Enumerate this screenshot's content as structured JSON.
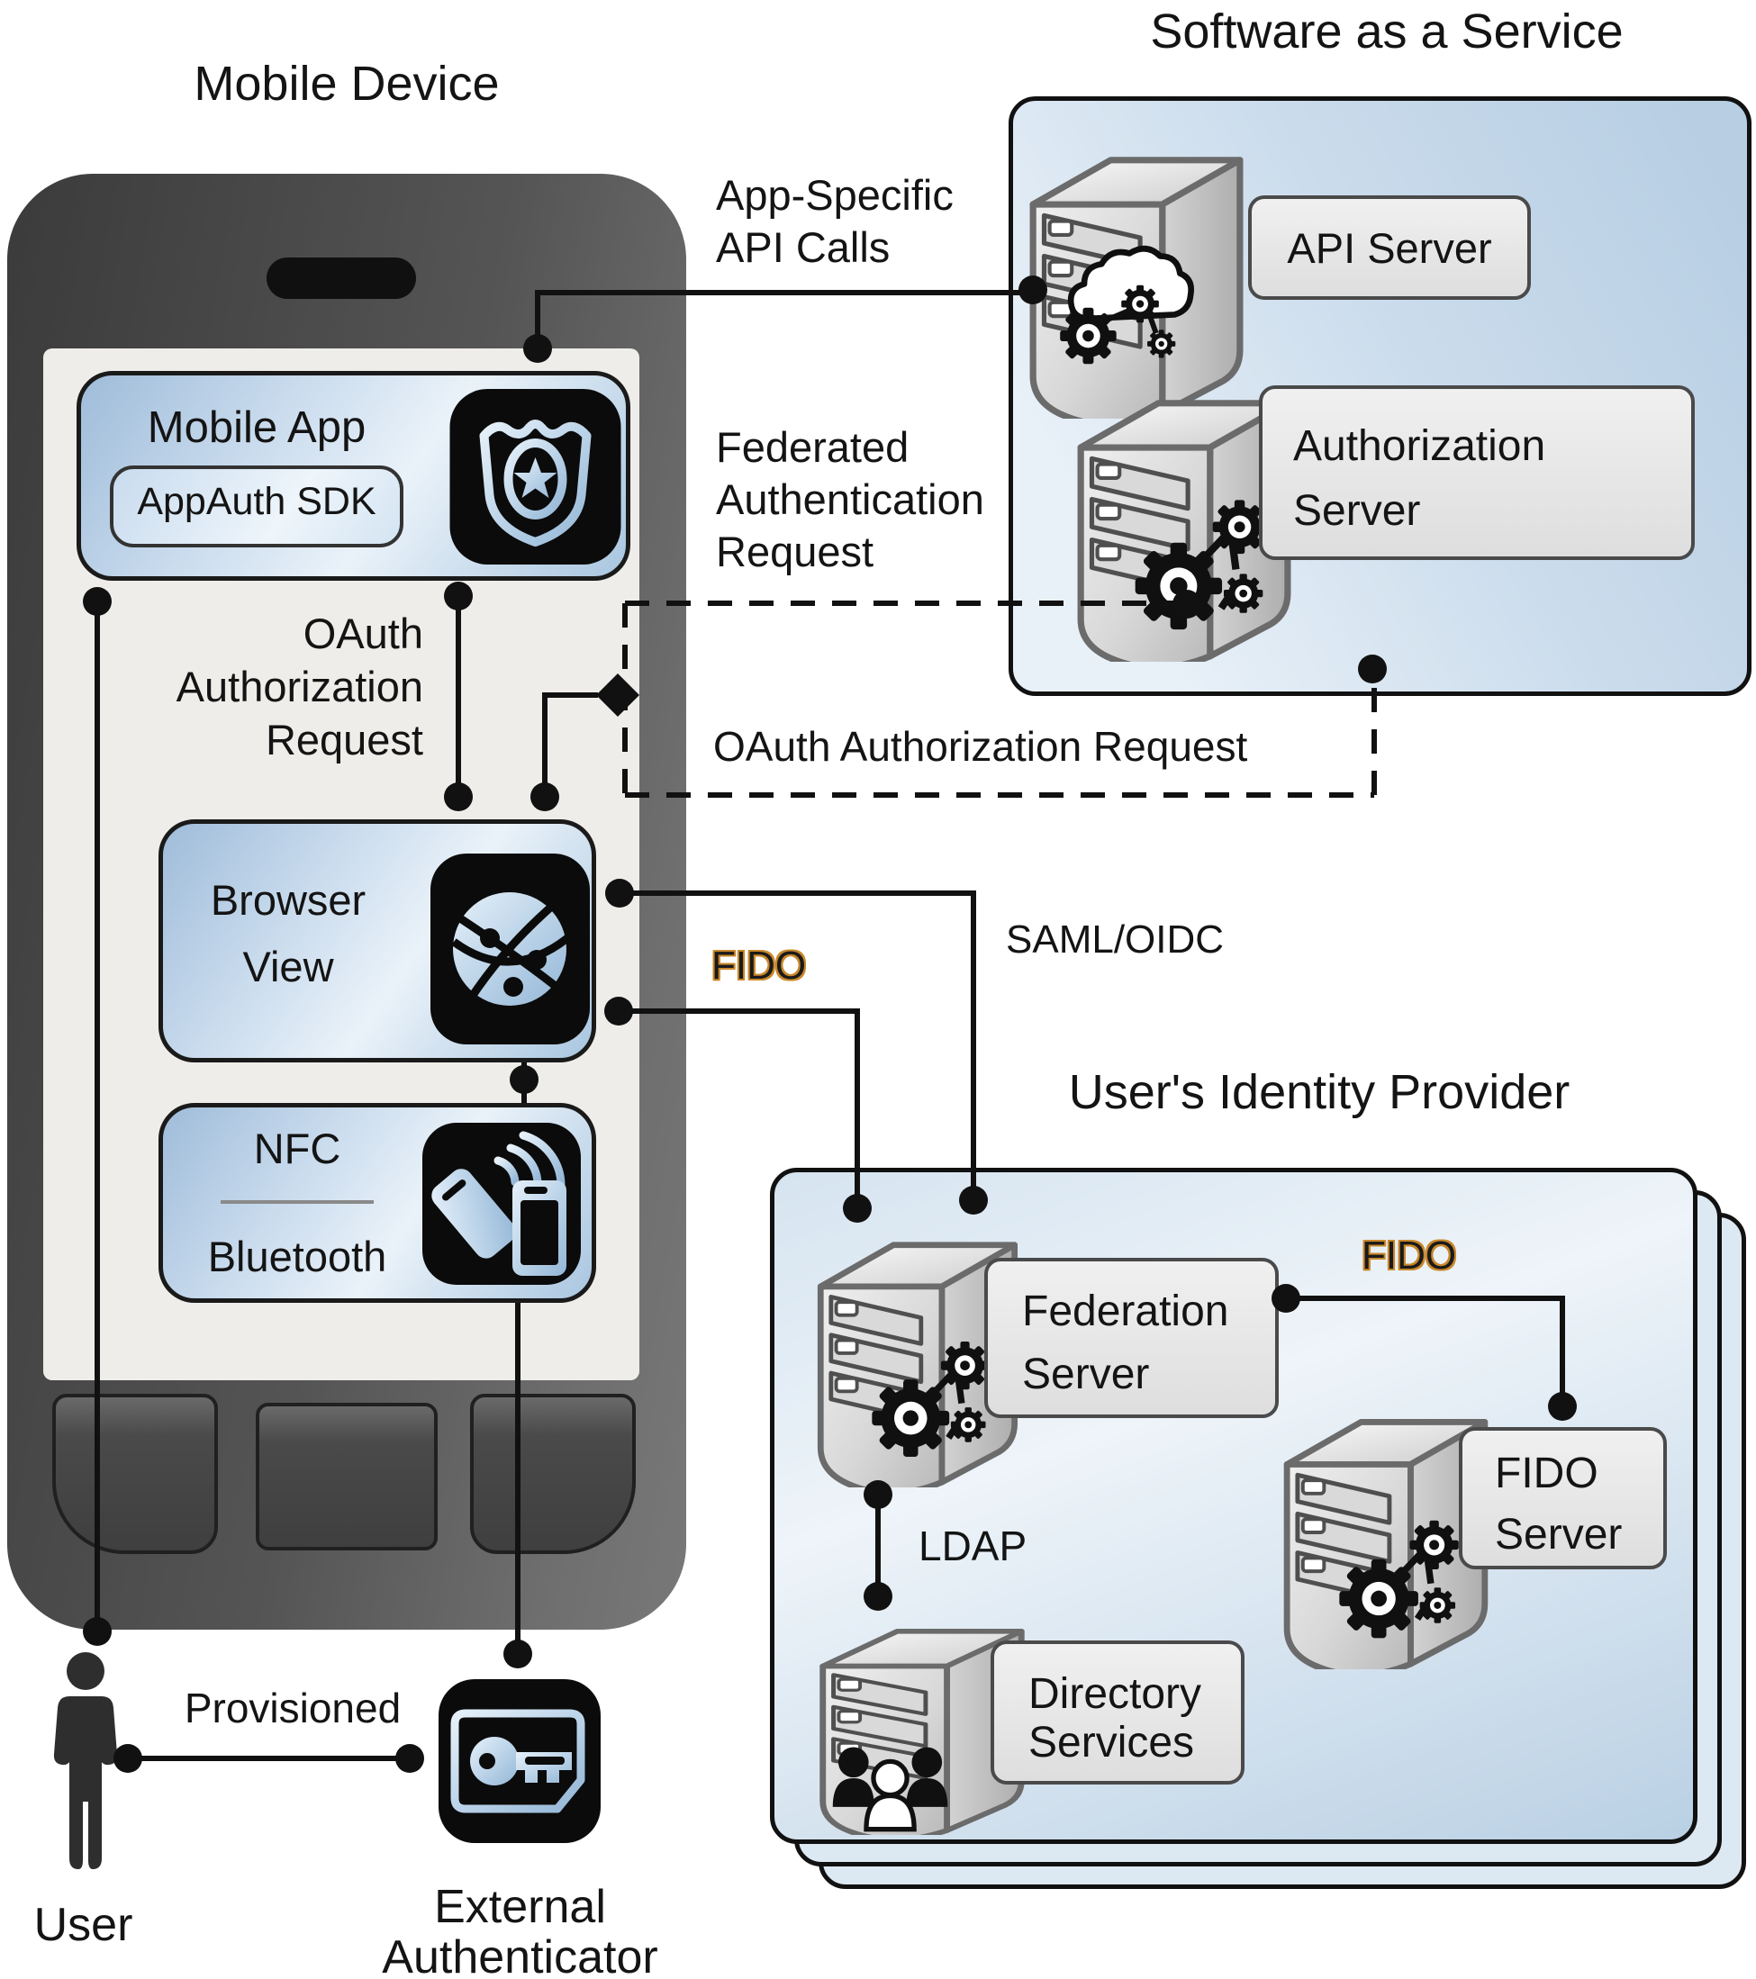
{
  "titles": {
    "mobile_device": "Mobile Device",
    "saas": "Software as a Service",
    "idp": "User's Identity Provider"
  },
  "mobile": {
    "app": "Mobile App",
    "appauth_sdk": "AppAuth SDK",
    "browser_1": "Browser",
    "browser_2": "View",
    "nfc": "NFC",
    "bluetooth": "Bluetooth"
  },
  "saas": {
    "api_server": "API Server",
    "auth_server_1": "Authorization",
    "auth_server_2": "Server"
  },
  "idp": {
    "federation_1": "Federation",
    "federation_2": "Server",
    "fido_1": "FIDO",
    "fido_2": "Server",
    "directory_1": "Directory",
    "directory_2": "Services"
  },
  "connections": {
    "api_calls_1": "App-Specific",
    "api_calls_2": "API Calls",
    "federated_1": "Federated",
    "federated_2": "Authentication",
    "federated_3": "Request",
    "oauth_v_1": "OAuth",
    "oauth_v_2": "Authorization",
    "oauth_v_3": "Request",
    "oauth_h": "OAuth Authorization Request",
    "saml": "SAML/OIDC",
    "fido_browser": "FIDO",
    "fido_federation": "FIDO",
    "ldap": "LDAP",
    "provisioned": "Provisioned"
  },
  "actors": {
    "user": "User",
    "external_auth_1": "External",
    "external_auth_2": "Authenticator"
  },
  "colors": {
    "line": "#111111",
    "panel_blue_light": "#e9f1f8",
    "panel_blue_dark": "#b7cee3",
    "box_blue_light": "#eaf2f9",
    "box_blue_dark": "#9fbcd9",
    "label_gray": "#e8e8e8",
    "fido_outline": "#c8872b",
    "phone_dark": "#3b3b3b",
    "screen": "#efedea"
  },
  "icons": {
    "badge": "security-badge",
    "globe": "globe-network",
    "nfc": "nfc-tap-devices",
    "key_card": "key-card-authenticator",
    "person": "person-silhouette",
    "server": "server-tower",
    "gears": "gear-cluster",
    "cloud": "cloud-with-gears",
    "people": "user-group"
  }
}
